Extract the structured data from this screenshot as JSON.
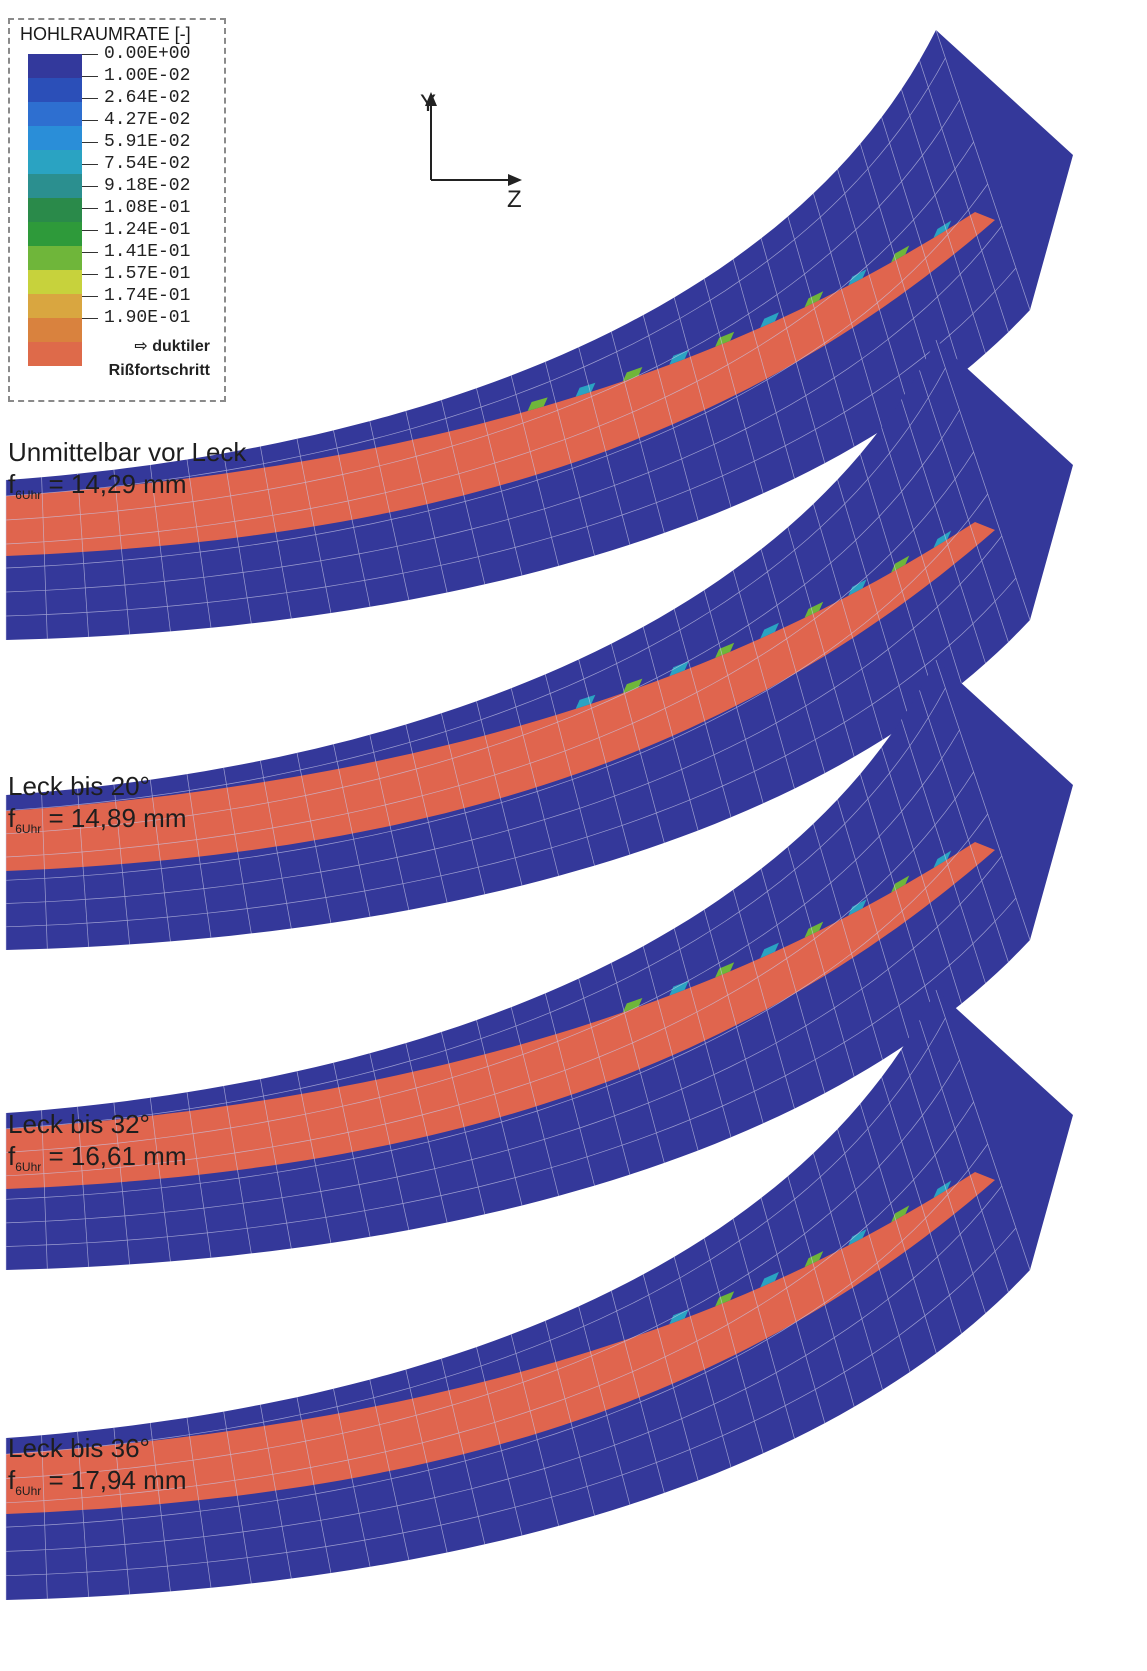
{
  "legend": {
    "title": "HOHLRAUMRATE [-]",
    "values": [
      "0.00E+00",
      "1.00E-02",
      "2.64E-02",
      "4.27E-02",
      "5.91E-02",
      "7.54E-02",
      "9.18E-02",
      "1.08E-01",
      "1.24E-01",
      "1.41E-01",
      "1.57E-01",
      "1.74E-01",
      "1.90E-01"
    ],
    "colors": [
      "#33399c",
      "#2b4fb8",
      "#2e6fd0",
      "#2a8ed8",
      "#2aa3c2",
      "#2b8f8f",
      "#2a8a4a",
      "#2e9a3a",
      "#6fb63a",
      "#c7d23c",
      "#d9a640",
      "#d9823e",
      "#de6a4a"
    ],
    "note_arrow": "⇨ duktiler",
    "note_line2": "Rißfortschritt"
  },
  "axes": {
    "y": "Y",
    "z": "Z"
  },
  "captions": [
    {
      "title": "Unmittelbar vor Leck",
      "f_main": "f",
      "f_sub": "6Uhr",
      "f_value": " = 14,29 mm"
    },
    {
      "title": "Leck bis 20°",
      "f_main": "f",
      "f_sub": "6Uhr",
      "f_value": " = 14,89 mm"
    },
    {
      "title": "Leck  bis 32°",
      "f_main": "f",
      "f_sub": "6Uhr",
      "f_value": " = 16,61 mm"
    },
    {
      "title": "Leck bis 36°",
      "f_main": "f",
      "f_sub": "6Uhr",
      "f_value": " = 17,94 mm"
    }
  ],
  "colors": {
    "blue": "#34389a",
    "red": "#e0654e",
    "mesh": "#c8c8e8"
  }
}
